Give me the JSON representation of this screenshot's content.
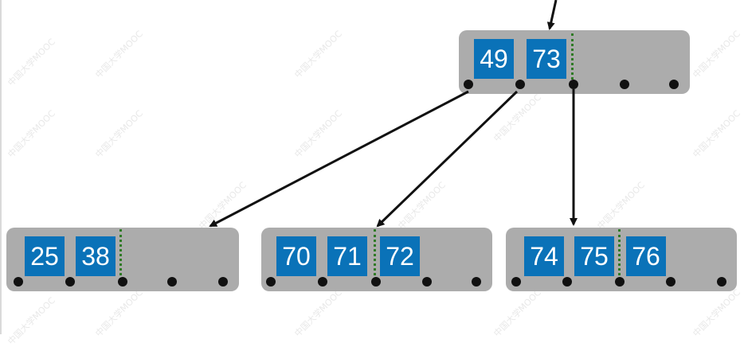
{
  "watermark": "中国大学MOOC",
  "colors": {
    "node_bg": "#acacac",
    "key_bg": "#0a72b8",
    "key_text": "#ffffff",
    "separator": "#2f7a26",
    "pointer": "#111111"
  },
  "nodes": {
    "root": {
      "keys": [
        "49",
        "73"
      ]
    },
    "left": {
      "keys": [
        "25",
        "38"
      ]
    },
    "middle": {
      "keys": [
        "70",
        "71",
        "72"
      ]
    },
    "right": {
      "keys": [
        "74",
        "75",
        "76"
      ]
    }
  }
}
